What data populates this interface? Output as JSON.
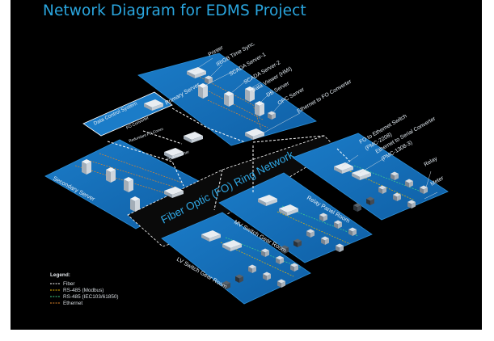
{
  "title": "Network Diagram for EDMS Project",
  "colors": {
    "title": "#2aa6df",
    "panel": "#1167b0",
    "panel_light": "#1a78c4",
    "fiber": "#ffffff",
    "rs485_modbus": "#e8b400",
    "rs485_iec": "#3fd08a",
    "ethernet": "#e0862a"
  },
  "rooms": {
    "data_control_system": "Data Control System",
    "fo_converter_dcs": "FO Converter",
    "primary_server": "Primary Server",
    "secondary_server": "Secondary Server",
    "redundant_fo_comm": "Redundant FO Comm",
    "fo_converter_mid": "FO Converter",
    "ring_network": "Fiber Optic (FO) Ring Network",
    "relay_panel_room": "Relay Panel Room",
    "mv_switch_gear_room": "MV Switch Gear Room",
    "lv_switch_gear_room": "LV Switch Gear Room"
  },
  "callouts": [
    "Printer",
    "IRIGB Time Sync.",
    "SCADA Server-1",
    "SCADA Server-2",
    "Data Viewer (HMI)",
    "DB Server",
    "OPC Server",
    "Ethernet to FO Converter"
  ],
  "right_callouts": {
    "fo_switch": "FO to Ethernet Switch",
    "fo_switch_model": "(PMC-2208)",
    "serial_conv": "Ethernet to Serial Converter",
    "serial_conv_model": "(PMC-1308-3)",
    "relay": "Relay",
    "meter": "Meter"
  },
  "legend": {
    "title": "Legend:",
    "items": [
      {
        "label": "Fiber",
        "color": "#ffffff"
      },
      {
        "label": "RS-485 (Modbus)",
        "color": "#e8b400"
      },
      {
        "label": "RS-485 (IEC103/61850)",
        "color": "#3fd08a"
      },
      {
        "label": "Ethernet",
        "color": "#e0862a"
      }
    ]
  }
}
